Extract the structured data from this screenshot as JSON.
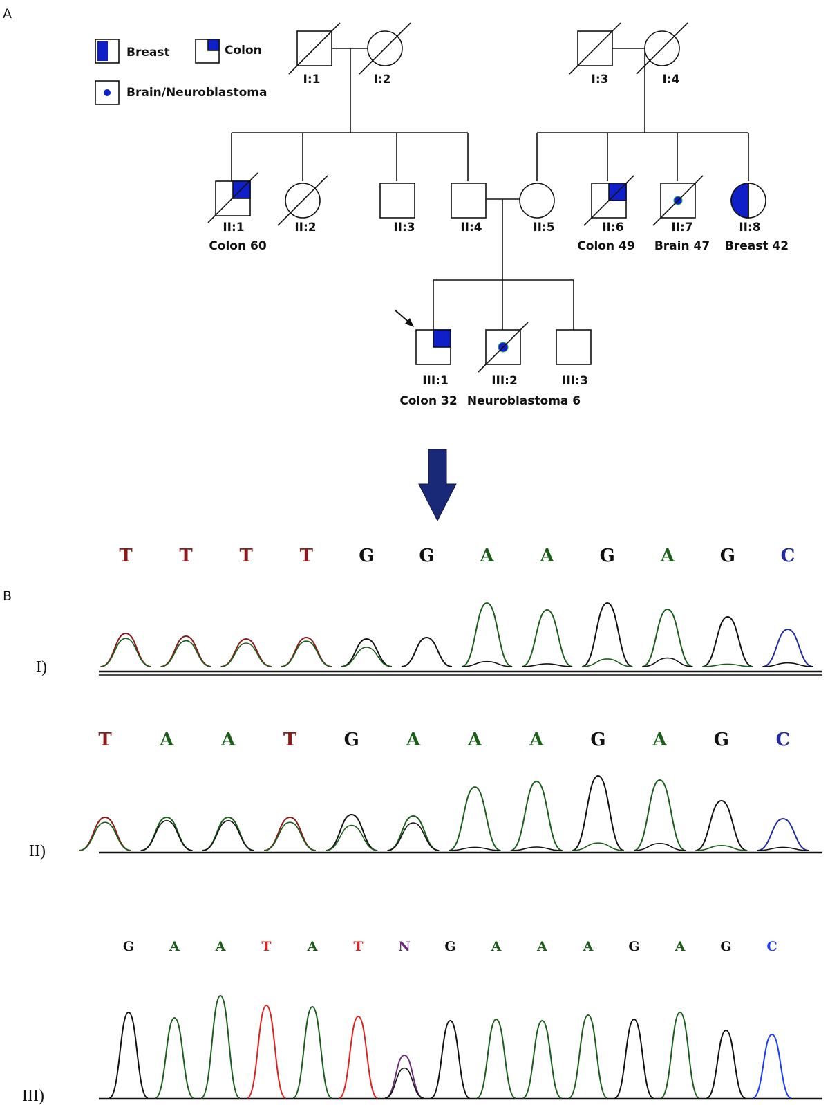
{
  "panels": {
    "a": "A",
    "b": "B"
  },
  "legend": {
    "breast": "Breast",
    "colon": "Colon",
    "brain": "Brain/Neuroblastoma"
  },
  "pedigree": {
    "I1": "I:1",
    "I2": "I:2",
    "I3": "I:3",
    "I4": "I:4",
    "II1": "II:1",
    "II2": "II:2",
    "II3": "II:3",
    "II4": "II:4",
    "II5": "II:5",
    "II6": "II:6",
    "II7": "II:7",
    "II8": "II:8",
    "II1_dx": "Colon 60",
    "II6_dx": "Colon 49",
    "II7_dx": "Brain 47",
    "II8_dx": "Breast 42",
    "III1": "III:1",
    "III2": "III:2",
    "III3": "III:3",
    "III1_dx": "Colon 32",
    "III2_dx": "Neuroblastoma 6"
  },
  "colors": {
    "A": "#1a5e1a",
    "G": "#111111",
    "T": "#8b1a1a",
    "T_bright": "#e02020",
    "C": "#1f2a9e",
    "C_bright": "#1a3cff",
    "N": "#6a2c7a",
    "affected": "#1020c8",
    "arrow": "#1a2878"
  },
  "traces": [
    {
      "label": "I)",
      "bases": [
        "T",
        "T",
        "T",
        "T",
        "G",
        "G",
        "A",
        "A",
        "G",
        "A",
        "G",
        "C"
      ]
    },
    {
      "label": "II)",
      "bases": [
        "T",
        "A",
        "A",
        "T",
        "G",
        "A",
        "A",
        "A",
        "G",
        "A",
        "G",
        "C"
      ]
    },
    {
      "label": "III)",
      "bases": [
        "G",
        "A",
        "A",
        "T",
        "A",
        "T",
        "N",
        "G",
        "A",
        "A",
        "A",
        "G",
        "A",
        "G",
        "C"
      ]
    }
  ]
}
